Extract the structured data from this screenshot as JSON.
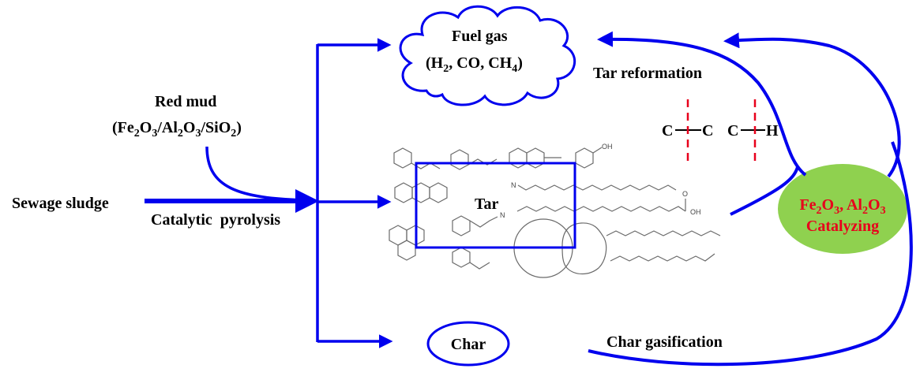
{
  "colors": {
    "arrow": "#0000ee",
    "catalyst_fill": "#8fd14f",
    "catalyst_text": "#e8001c",
    "bond_break": "#e8001c",
    "text": "#000000"
  },
  "feed": {
    "label": "Sewage sludge"
  },
  "process": {
    "label": "Catalytic  pyrolysis"
  },
  "additive": {
    "name": "Red mud",
    "composition": {
      "p1": "(Fe",
      "s1": "2",
      "p2": "O",
      "s2": "3",
      "p3": "/Al",
      "s3": "2",
      "p4": "O",
      "s4": "3",
      "p5": "/SiO",
      "s5": "2",
      "p6": ")"
    }
  },
  "products": {
    "gas": {
      "title": "Fuel gas",
      "formula": {
        "p1": "(H",
        "s1": "2",
        "p2": ", CO, CH",
        "s2": "4",
        "p3": ")"
      }
    },
    "tar": {
      "label": "Tar"
    },
    "char": {
      "label": "Char"
    }
  },
  "catalyst": {
    "line1": {
      "p1": "Fe",
      "s1": "2",
      "p2": "O",
      "s2": "3",
      "p3": ", Al",
      "s3": "2",
      "p4": "O",
      "s4": "3"
    },
    "line2": "Catalyzing"
  },
  "reactions": {
    "tar_reformation": "Tar reformation",
    "char_gasification": "Char gasification"
  },
  "bonds": {
    "cc": {
      "left": "C",
      "right": "C"
    },
    "ch": {
      "left": "C",
      "right": "H"
    }
  },
  "molecule_labels": {
    "hydroxyl": "OH",
    "nitrile": "N",
    "acid": "OH",
    "acid_o": "O"
  }
}
